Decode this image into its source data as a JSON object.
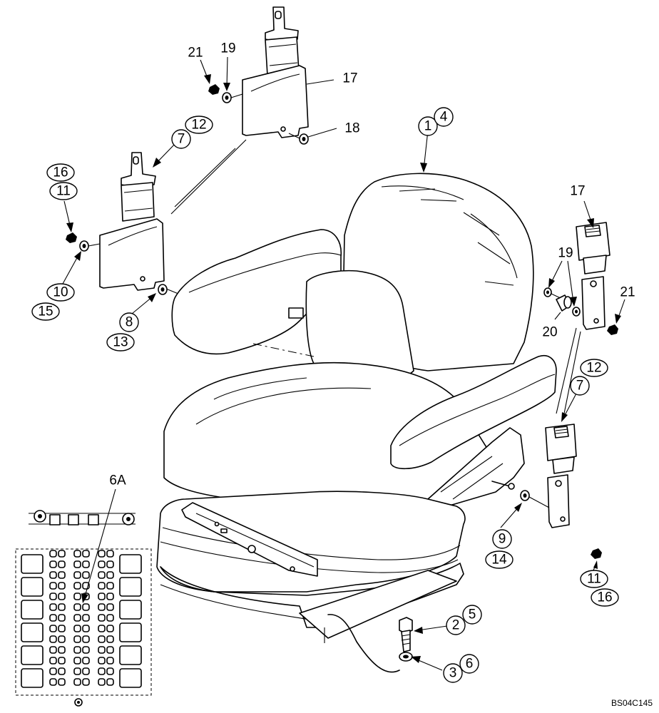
{
  "callouts": {
    "c1": "1",
    "c4": "4",
    "c21a": "21",
    "c19a": "19",
    "c17a": "17",
    "c18": "18",
    "c12a": "12",
    "c7a": "7",
    "c16a": "16",
    "c11a": "11",
    "c10": "10",
    "c15": "15",
    "c8": "8",
    "c13": "13",
    "c17b": "17",
    "c19b": "19",
    "c21b": "21",
    "c20": "20",
    "c12b": "12",
    "c7b": "7",
    "c9": "9",
    "c14": "14",
    "c11b": "11",
    "c16b": "16",
    "c2": "2",
    "c5": "5",
    "c3": "3",
    "c6": "6",
    "c6A": "6A"
  },
  "drawing_code": "BS04C145"
}
